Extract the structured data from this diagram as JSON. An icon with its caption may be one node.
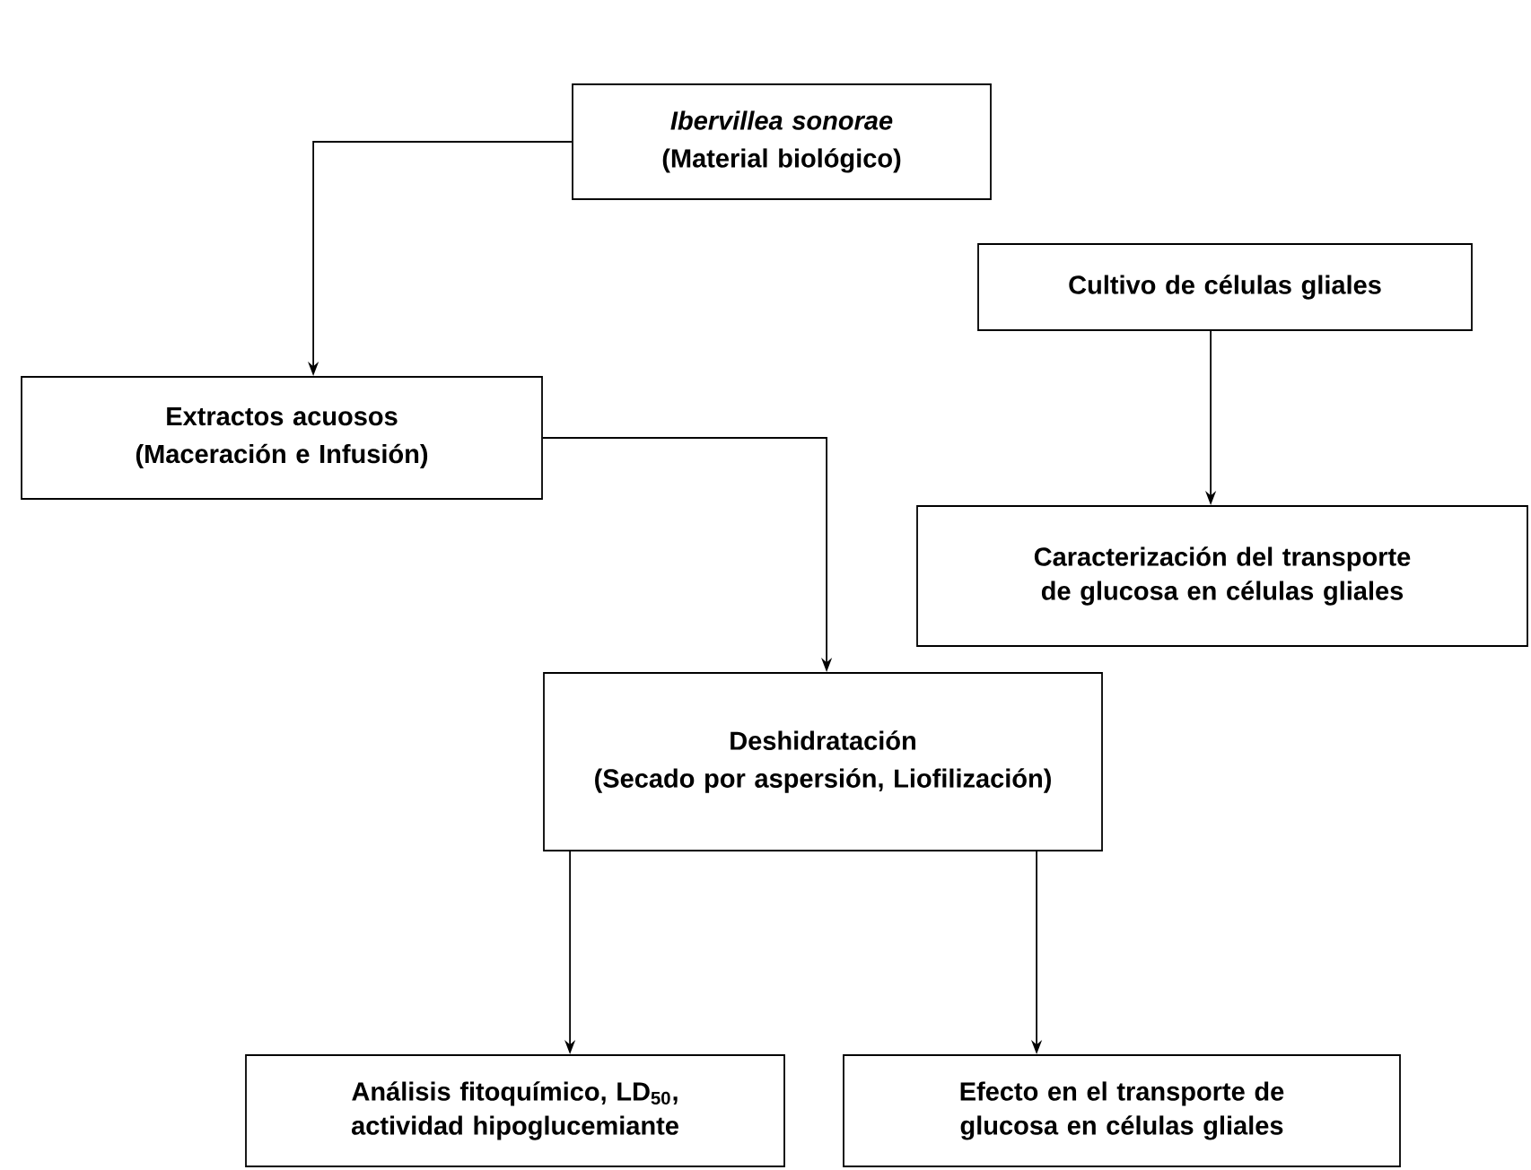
{
  "diagram": {
    "nodes": [
      {
        "text": [
          "Ibervillea sonorae",
          "(Material biológico)"
        ]
      },
      {
        "text": [
          "Extractos acuosos",
          "(Maceración e Infusión)"
        ]
      },
      {
        "text": [
          "Cultivo de células gliales"
        ]
      },
      {
        "text": [
          "Caracterización del transporte de glucosa en células gliales"
        ]
      },
      {
        "text": [
          "Deshidratación",
          "(Secado por aspersión, Liofilización)"
        ]
      },
      {
        "text": [
          "Análisis fitoquímico, LD$_{50}$, actividad hipoglucemiante"
        ]
      },
      {
        "text": [
          "Efecto en el transporte de glucosa en células gliales"
        ]
      }
    ],
    "edges": [
      {
        "from": 0,
        "to": 1,
        "arrow": "to"
      },
      {
        "from": 1,
        "to": 4,
        "arrow": "to"
      },
      {
        "from": 2,
        "to": 3,
        "arrow": "to"
      },
      {
        "from": 4,
        "to": 5,
        "arrow": "to"
      },
      {
        "from": 4,
        "to": 6,
        "arrow": "to"
      }
    ]
  }
}
